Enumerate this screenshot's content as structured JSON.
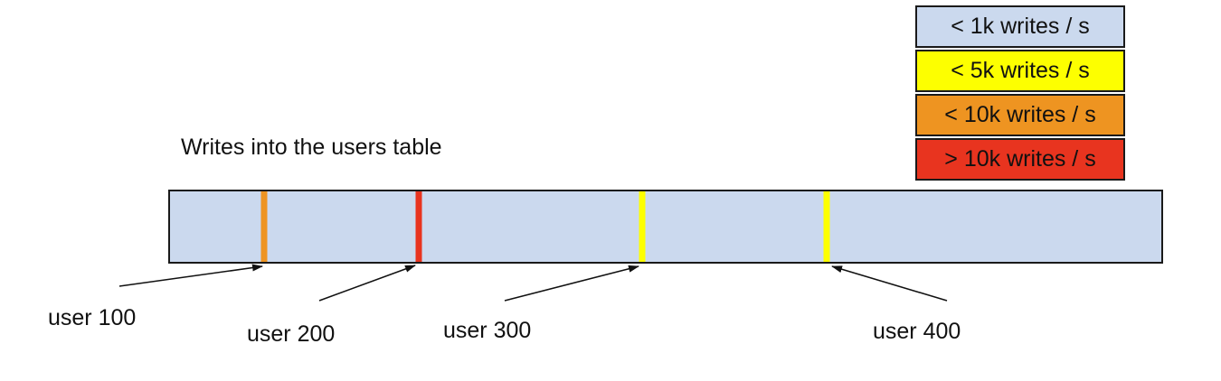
{
  "title": "Writes into the users table",
  "colors": {
    "bar_fill": "#cbd9ee",
    "light_blue": "#cbd9ee",
    "yellow": "#fdff00",
    "orange": "#ee9421",
    "red": "#e8341f",
    "border": "#1a1a1a"
  },
  "legend": {
    "items": [
      {
        "label": "< 1k writes / s",
        "color": "#cbd9ee"
      },
      {
        "label": "< 5k writes / s",
        "color": "#fdff00"
      },
      {
        "label": "< 10k writes / s",
        "color": "#ee9421"
      },
      {
        "label": "> 10k writes / s",
        "color": "#e8341f"
      }
    ]
  },
  "bar": {
    "markers": [
      {
        "user": "user 100",
        "rate": "< 10k writes / s",
        "color": "#ee9421",
        "position_pct": 9.5
      },
      {
        "user": "user 200",
        "rate": "> 10k writes / s",
        "color": "#e8341f",
        "position_pct": 25.1
      },
      {
        "user": "user 300",
        "rate": "< 5k writes / s",
        "color": "#fdff00",
        "position_pct": 47.6
      },
      {
        "user": "user 400",
        "rate": "< 5k writes / s",
        "color": "#fdff00",
        "position_pct": 66.2
      }
    ]
  },
  "labels": {
    "user100": "user 100",
    "user200": "user 200",
    "user300": "user 300",
    "user400": "user 400"
  }
}
